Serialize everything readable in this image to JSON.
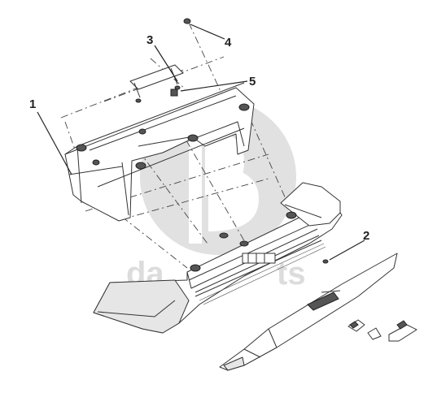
{
  "callouts": [
    {
      "id": "1",
      "label": "1"
    },
    {
      "id": "2",
      "label": "2"
    },
    {
      "id": "3",
      "label": "3"
    },
    {
      "id": "4",
      "label": "4"
    },
    {
      "id": "5",
      "label": "5"
    }
  ],
  "watermark": {
    "text_left": "da",
    "text_right": "ts"
  },
  "colors": {
    "line": "#333333",
    "background": "#ffffff",
    "watermark": "#d9d9d9"
  }
}
